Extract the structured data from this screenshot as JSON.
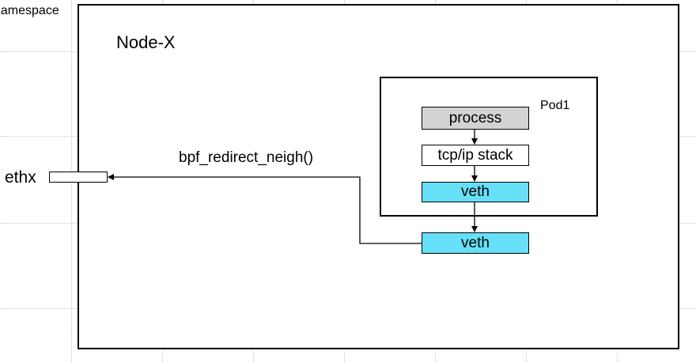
{
  "namespace_label": "namespace",
  "node_label": "Node-X",
  "pod_label": "Pod1",
  "iface_label": "ethx",
  "redirect_label": "bpf_redirect_neigh()",
  "blocks": {
    "process": "process",
    "tcpip": "tcp/ip stack",
    "pod_veth": "veth",
    "host_veth": "veth"
  },
  "colors": {
    "process_fill": "#d3d3d3",
    "veth_fill": "#66e0f8",
    "tcpip_fill": "#ffffff"
  }
}
